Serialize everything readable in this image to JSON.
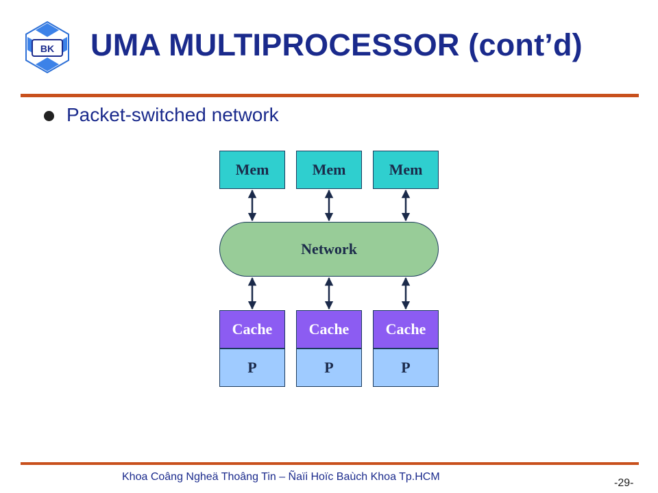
{
  "header": {
    "logo_text": "BK",
    "title": "UMA MULTIPROCESSOR (cont’d)"
  },
  "content": {
    "bullet": "Packet-switched network"
  },
  "diagram": {
    "memories": [
      {
        "label": "Mem"
      },
      {
        "label": "Mem"
      },
      {
        "label": "Mem"
      }
    ],
    "network_label": "Network",
    "nodes": [
      {
        "cache": "Cache",
        "processor": "P"
      },
      {
        "cache": "Cache",
        "processor": "P"
      },
      {
        "cache": "Cache",
        "processor": "P"
      }
    ]
  },
  "footer": {
    "text": "Khoa Coâng Ngheä Thoâng Tin – Ñaïi Hoïc Baùch Khoa Tp.HCM",
    "page": "-29-"
  },
  "colors": {
    "title": "#1a2a8c",
    "rule": "#c8501c",
    "mem": "#2fcfcf",
    "network": "#98cc98",
    "cache": "#8c5cf2",
    "processor": "#9fcbff",
    "arrow": "#1b2a4a"
  }
}
